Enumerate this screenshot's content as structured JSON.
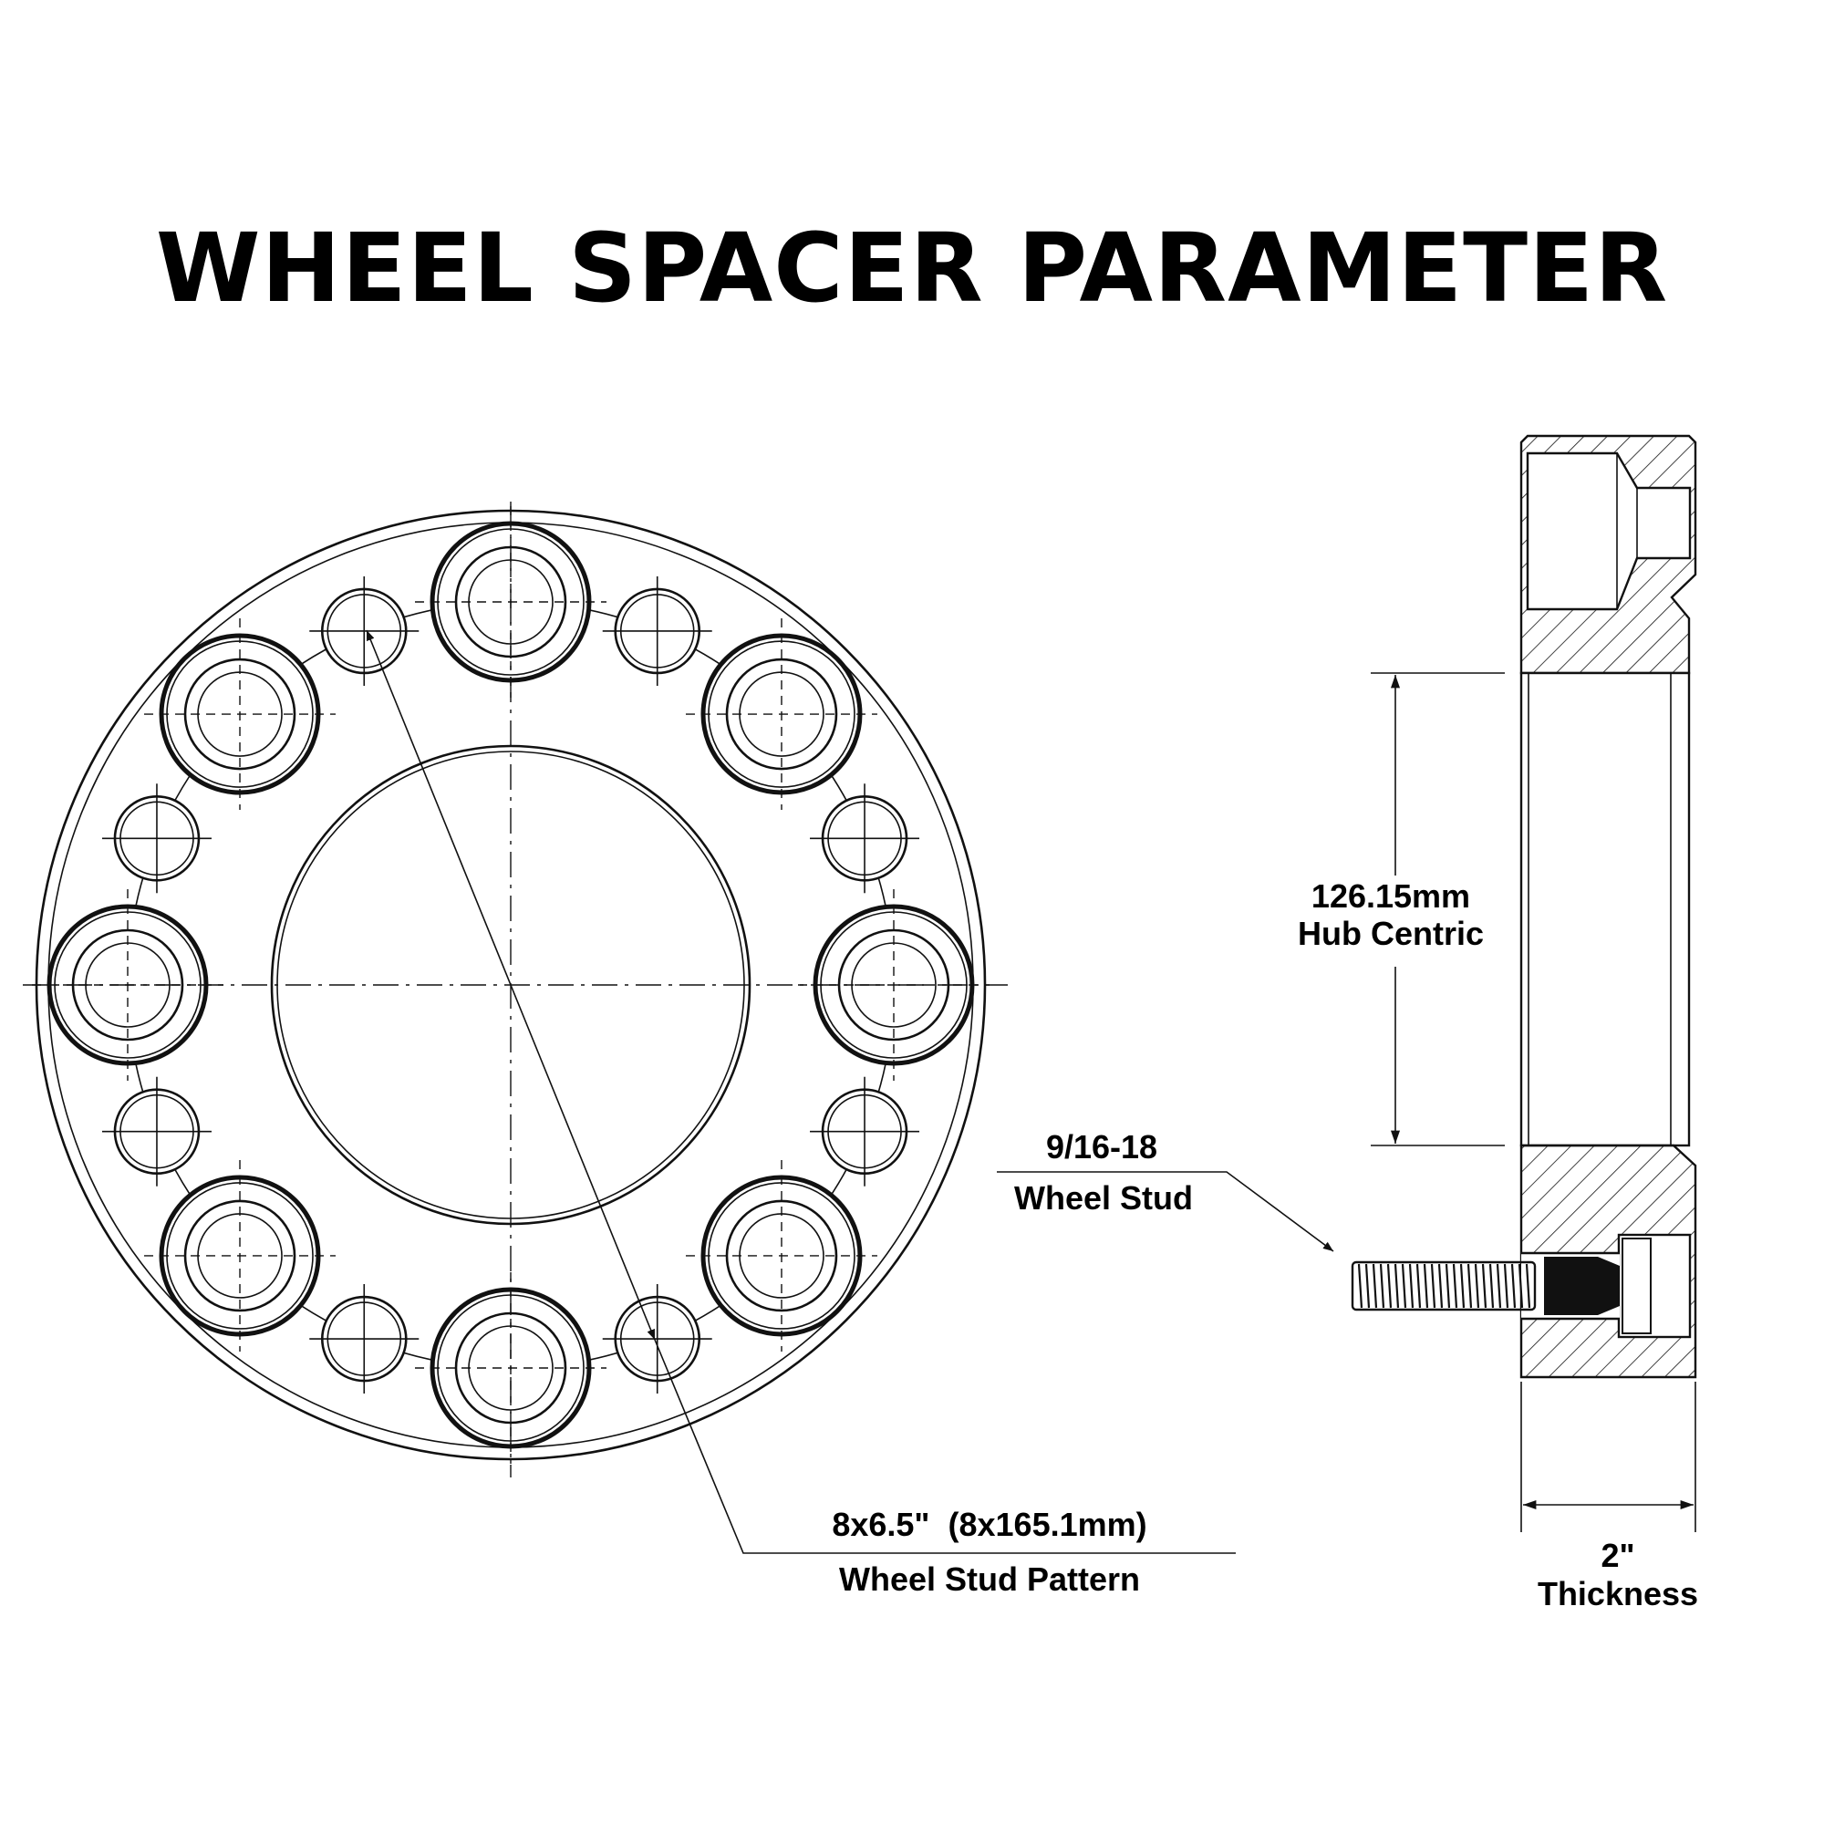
{
  "title": "WHEEL SPACER PARAMETER",
  "labels": {
    "hub_value": "126.15mm",
    "hub_caption": "Hub Centric",
    "stud_value": "9/16-18",
    "stud_caption": "Wheel Stud",
    "pattern_value": "8x6.5\"  (8x165.1mm)",
    "pattern_caption": "Wheel Stud Pattern",
    "thickness_value": "2\"",
    "thickness_caption": "Thickness"
  },
  "colors": {
    "line": "#111111",
    "background": "#ffffff"
  }
}
